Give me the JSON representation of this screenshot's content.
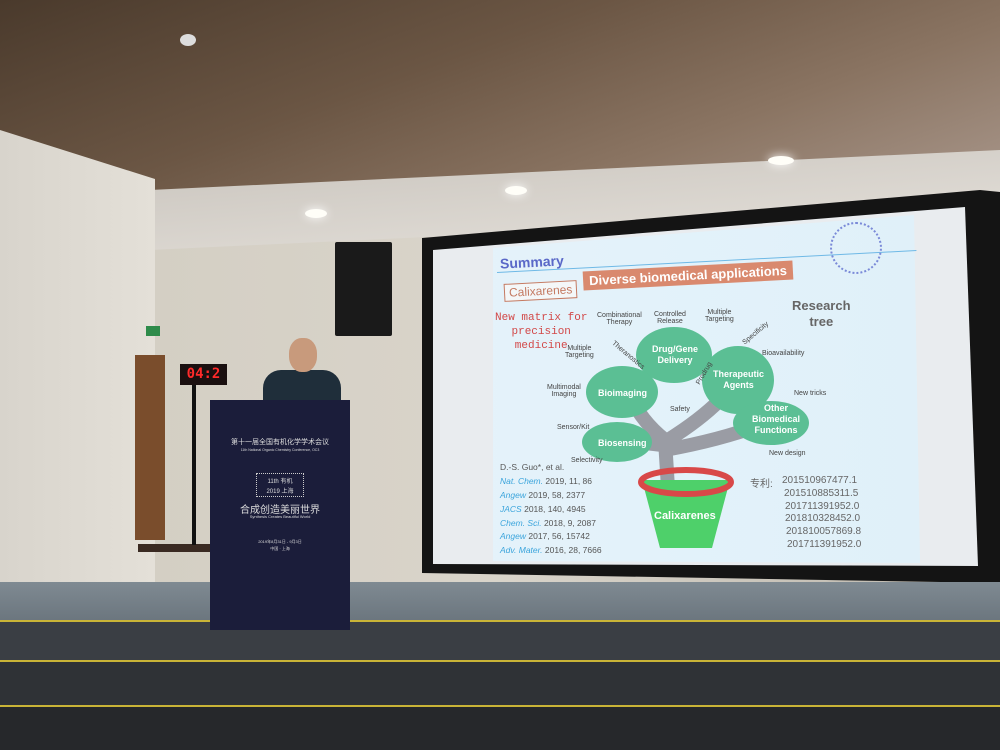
{
  "timer": {
    "display": "04:2"
  },
  "podium": {
    "title_cn": "第十一届全国有机化学学术会议",
    "title_en": "11th National Organic Chemistry Conference, OC3",
    "logo_number": "11th",
    "logo_year": "2019",
    "logo_cn_1": "有机",
    "logo_cn_2": "上海",
    "slogan_cn": "合成创造美丽世界",
    "slogan_en": "Synthesis Creates Beautiful World",
    "date": "2019年8月31日 - 9月3日",
    "place": "中国 · 上海"
  },
  "slide": {
    "title": "Summary",
    "subject": "Calixarenes",
    "banner": "Diverse biomedical applications",
    "note": "New matrix for\nprecision\nmedicine",
    "research_tree": "Research\ntree",
    "blobs": {
      "drug": "Drug/Gene\nDelivery",
      "therapeutic": "Therapeutic\nAgents",
      "bioimaging": "Bioimaging",
      "other": "Other\nBiomedical\nFunctions",
      "biosensing": "Biosensing",
      "pot": "Calixarenes"
    },
    "branch_labels": {
      "combinational": "Combinational\nTherapy",
      "controlled": "Controlled\nRelease",
      "multiple_targeting_top": "Multiple\nTargeting",
      "specificity": "Specificity",
      "bioavailability": "Bioavailability",
      "multiple_targeting_left": "Multiple\nTargeting",
      "theranostics": "Theranostics",
      "prodrug": "Prodrug",
      "multimodal": "Multimodal\nImaging",
      "safety": "Safety",
      "new_tricks": "New tricks",
      "sensor": "Sensor/Kit",
      "selectivity": "Selectivity",
      "new_design": "New design"
    },
    "authors": "D.-S. Guo*, et al.",
    "references": [
      {
        "journal": "Nat. Chem.",
        "rest": " 2019, 11, 86"
      },
      {
        "journal": "Angew",
        "rest": " 2019, 58, 2377"
      },
      {
        "journal": "JACS",
        "rest": " 2018, 140, 4945"
      },
      {
        "journal": "Chem. Sci.",
        "rest": " 2018, 9, 2087"
      },
      {
        "journal": "Angew",
        "rest": " 2017, 56, 15742"
      },
      {
        "journal": "Adv. Mater.",
        "rest": " 2016, 28, 7666"
      }
    ],
    "patent_label": "专利:",
    "patents": [
      "201510967477.1",
      "201510885311.5",
      "201711391952.0",
      "201810328452.0",
      "201810057869.8",
      "201711391952.0"
    ]
  }
}
